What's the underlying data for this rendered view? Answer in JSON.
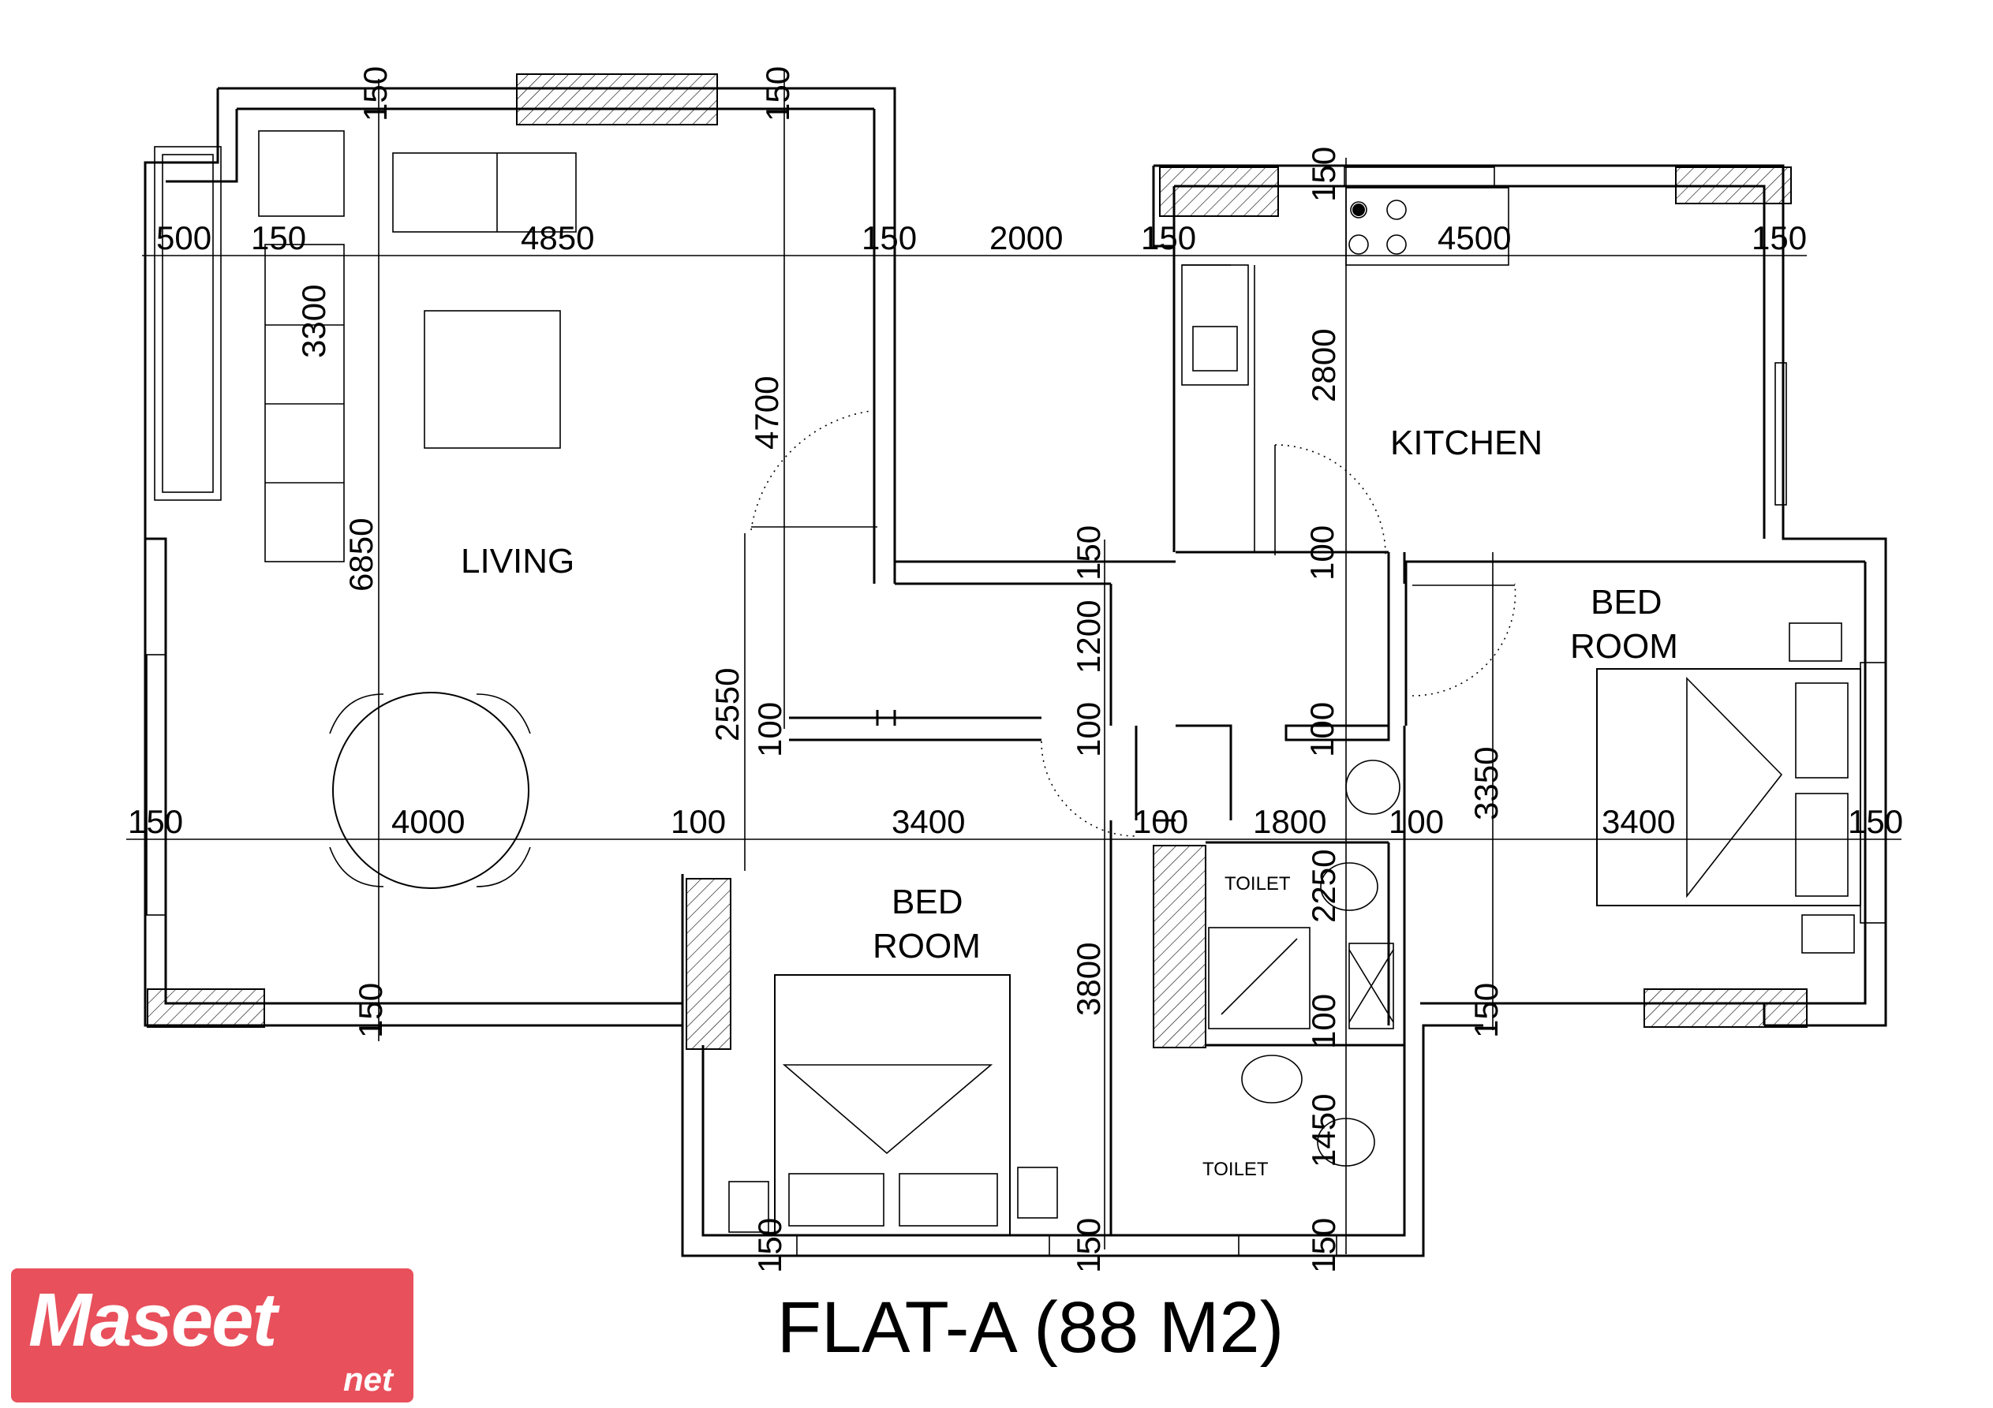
{
  "title": "FLAT-A (88 M2)",
  "rooms": {
    "living": "LIVING",
    "kitchen": "KITCHEN",
    "bedroom_right_1": "BED",
    "bedroom_right_2": "ROOM",
    "bedroom_bottom_1": "BED",
    "bedroom_bottom_2": "ROOM",
    "toilet_upper": "TOILET",
    "toilet_lower": "TOILET"
  },
  "dimensions": {
    "top_row": [
      "500",
      "150",
      "4850",
      "150",
      "2000",
      "150",
      "4500",
      "150"
    ],
    "middle_row": [
      "150",
      "4000",
      "100",
      "3400",
      "100",
      "1800",
      "100",
      "3400",
      "150"
    ],
    "vertical": [
      "150",
      "150",
      "150",
      "3300",
      "6850",
      "4700",
      "2550",
      "100",
      "150",
      "1200",
      "100",
      "100",
      "100",
      "2800",
      "3350",
      "150",
      "150",
      "3800",
      "2250",
      "100",
      "1450",
      "150",
      "150",
      "150"
    ]
  },
  "watermark": {
    "main": "Maseet",
    "sub": "net",
    "color": "#e8505b"
  },
  "colors": {
    "lines": "#000000",
    "background": "#ffffff"
  }
}
